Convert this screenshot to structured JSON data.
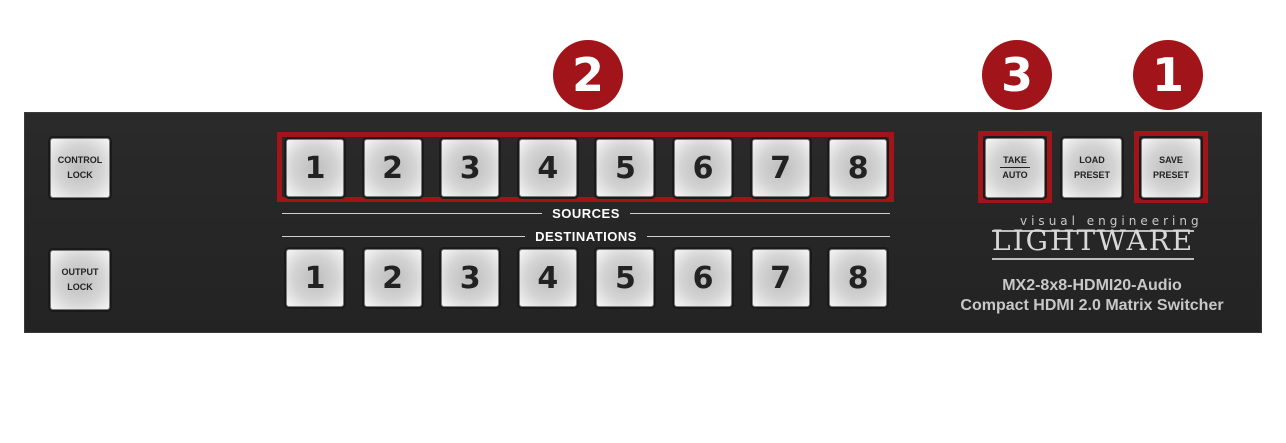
{
  "callouts": [
    "2",
    "3",
    "1"
  ],
  "control_lock": {
    "line1": "CONTROL",
    "line2": "LOCK"
  },
  "output_lock": {
    "line1": "OUTPUT",
    "line2": "LOCK"
  },
  "sources": {
    "label": "SOURCES",
    "buttons": [
      "1",
      "2",
      "3",
      "4",
      "5",
      "6",
      "7",
      "8"
    ]
  },
  "destinations": {
    "label": "DESTINATIONS",
    "buttons": [
      "1",
      "2",
      "3",
      "4",
      "5",
      "6",
      "7",
      "8"
    ]
  },
  "take_auto": {
    "line1": "TAKE",
    "line2": "AUTO"
  },
  "load_preset": {
    "line1": "LOAD",
    "line2": "PRESET"
  },
  "save_preset": {
    "line1": "SAVE",
    "line2": "PRESET"
  },
  "brand": {
    "tagline": "visual engineering",
    "name": "LIGHTWARE"
  },
  "model": {
    "name": "MX2-8x8-HDMI20-Audio",
    "description": "Compact HDMI 2.0 Matrix Switcher"
  },
  "colors": {
    "callout": "#a0141a",
    "panel": "#262626",
    "key": "#e0e0e0"
  }
}
